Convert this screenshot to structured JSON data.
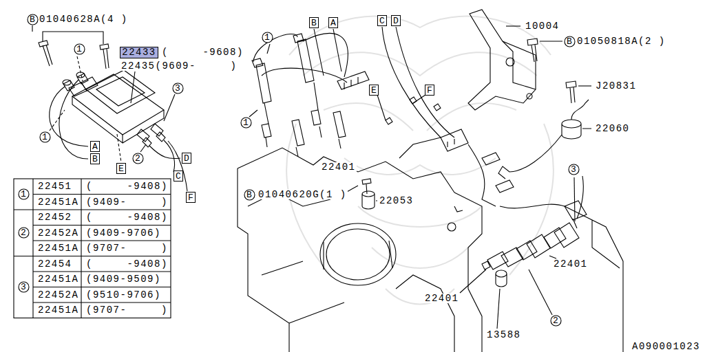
{
  "diagram": {
    "nodes": [
      {
        "text": [
          "B"
        ]
      },
      {
        "text": [
          "1"
        ]
      },
      {
        "text": [
          "22433"
        ]
      },
      {
        "text": [
          "3"
        ]
      },
      {
        "text": [
          "1"
        ]
      },
      {
        "text": [
          "A"
        ]
      },
      {
        "text": [
          "B"
        ]
      },
      {
        "text": [
          "E"
        ]
      },
      {
        "text": [
          "2"
        ]
      },
      {
        "text": [
          "D"
        ]
      },
      {
        "text": [
          "C"
        ]
      },
      {
        "text": [
          "F"
        ]
      },
      {
        "text": [
          "1"
        ]
      },
      {
        "text": [
          "2"
        ]
      },
      {
        "text": [
          "3"
        ]
      },
      {
        "text": [
          "B"
        ]
      },
      {
        "text": [
          "A"
        ]
      },
      {
        "text": [
          "C"
        ]
      },
      {
        "text": [
          "D"
        ]
      },
      {
        "text": [
          "1"
        ]
      },
      {
        "text": [
          "E"
        ]
      },
      {
        "text": [
          "F"
        ]
      },
      {
        "text": [
          "1"
        ]
      },
      {
        "text": [
          "B"
        ]
      },
      {
        "text": [
          "B"
        ]
      },
      {
        "text": [
          "3"
        ]
      },
      {
        "text": [
          "2"
        ]
      }
    ],
    "labels": [
      "01040628A(4 )",
      "(     -9608)",
      "22435(9609-     )",
      "22451",
      "(     -9408)",
      "22451A",
      "(9409-     )",
      "22452",
      "(     -9408)",
      "22452A",
      "(9409-9706)",
      "22451A",
      "(9707-     )",
      "22454",
      "(     -9408)",
      "22451A",
      "(9409-9509)",
      "22452A",
      "(9510-9706)",
      "22451A",
      "(9707-     )",
      "10004",
      "01050818A(2 )",
      "J20831",
      "22060",
      "22401",
      "01040620G(1 )",
      "22053",
      "22401",
      "22401",
      "13588",
      "A090001023"
    ]
  }
}
